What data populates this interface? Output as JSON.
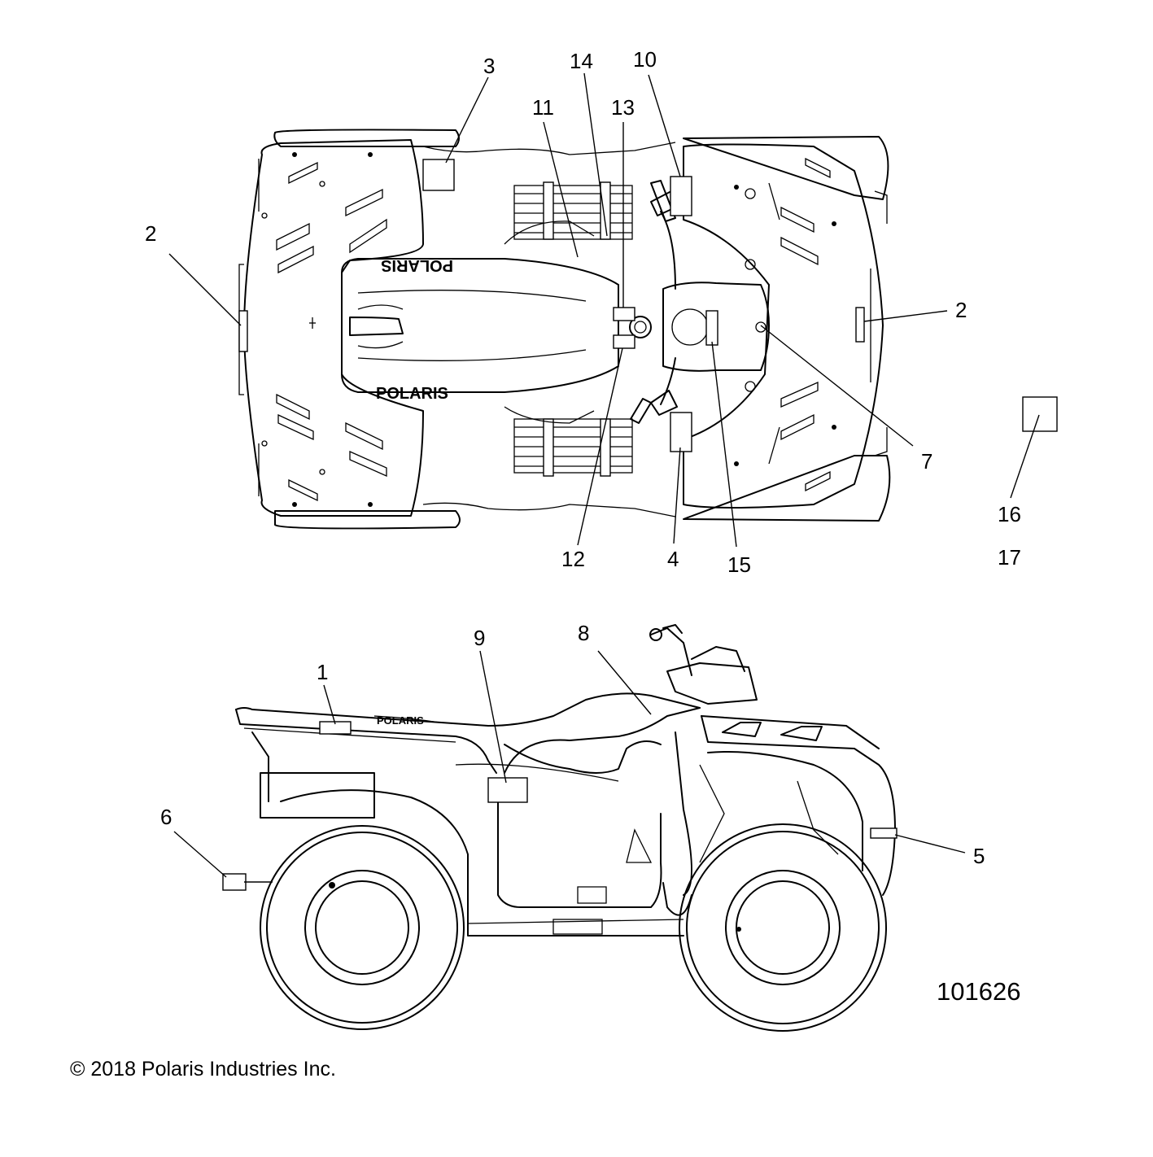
{
  "diagram": {
    "part_number": "101626",
    "copyright": "© 2018 Polaris Industries Inc.",
    "brand_text": "POLARIS",
    "callouts": [
      "1",
      "2",
      "2",
      "3",
      "4",
      "5",
      "6",
      "7",
      "8",
      "9",
      "10",
      "11",
      "12",
      "13",
      "14",
      "15",
      "16",
      "17"
    ]
  }
}
